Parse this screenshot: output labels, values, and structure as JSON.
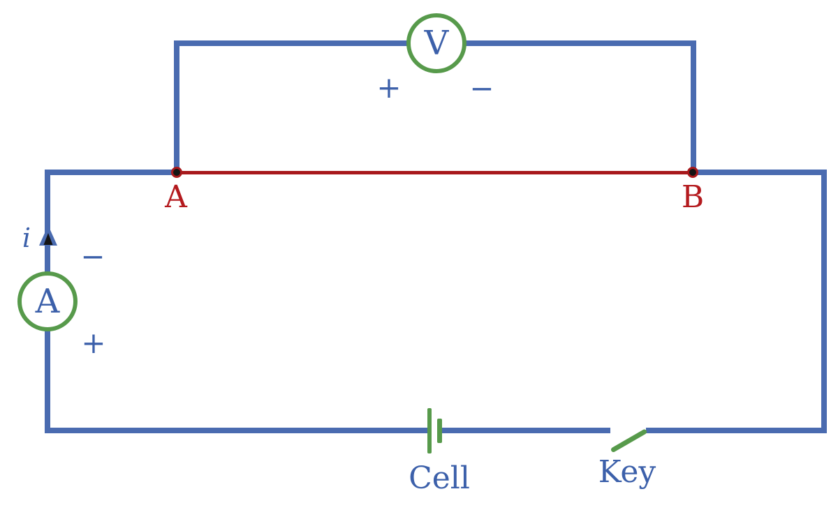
{
  "labels": {
    "node_a": "A",
    "node_b": "B",
    "voltmeter": "V",
    "voltmeter_plus": "+",
    "voltmeter_minus": "−",
    "ammeter": "A",
    "ammeter_minus": "−",
    "ammeter_plus": "+",
    "current": "i",
    "cell": "Cell",
    "key": "Key"
  },
  "icons": {
    "current_arrow_icon": "▲"
  },
  "colors": {
    "wire_blue": "#4a6bb0",
    "text_blue": "#3c60aa",
    "wire_red": "#a8191c",
    "text_red": "#b41a1e",
    "component_green": "#579a4b",
    "junction_black": "#141414"
  }
}
